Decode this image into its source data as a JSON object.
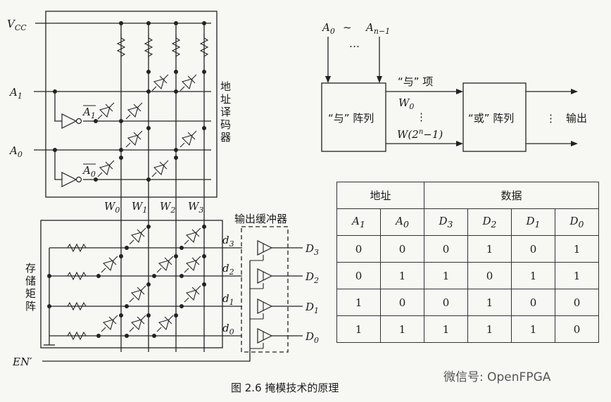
{
  "circuit": {
    "vcc": "V",
    "vcc_sub": "CC",
    "a1": "A",
    "a1_sub": "1",
    "a0": "A",
    "a0_sub": "0",
    "a1_bar": "A",
    "a1_bar_sub": "1",
    "a0_bar": "A",
    "a0_bar_sub": "0",
    "decoder_label": [
      "地",
      "址",
      "译",
      "码",
      "器"
    ],
    "word_lines": [
      {
        "letter": "W",
        "sub": "0"
      },
      {
        "letter": "W",
        "sub": "1"
      },
      {
        "letter": "W",
        "sub": "2"
      },
      {
        "letter": "W",
        "sub": "3"
      }
    ],
    "buffer_label": "输出缓冲器",
    "storage_label": [
      "存",
      "储",
      "矩",
      "阵"
    ],
    "data_lines": [
      {
        "letter": "d",
        "sub": "3"
      },
      {
        "letter": "d",
        "sub": "2"
      },
      {
        "letter": "d",
        "sub": "1"
      },
      {
        "letter": "d",
        "sub": "0"
      }
    ],
    "outputs": [
      {
        "letter": "D",
        "sub": "3"
      },
      {
        "letter": "D",
        "sub": "2"
      },
      {
        "letter": "D",
        "sub": "1"
      },
      {
        "letter": "D",
        "sub": "0"
      }
    ],
    "enable": "EN′"
  },
  "block": {
    "inputs_start": "A",
    "inputs_start_sub": "0",
    "inputs_tilde": "~",
    "inputs_end": "A",
    "inputs_end_sub": "n−1",
    "inputs_dots": "…",
    "and_array": "“与” 阵列",
    "and_terms": "“与” 项",
    "w0": "W",
    "w0_sub": "0",
    "vdots": "⋮",
    "wlast": "W(2",
    "wlast_sup": "n",
    "wlast_tail": "−1)",
    "or_array": "“或” 阵列",
    "out_dots": "⋮",
    "output": "输出"
  },
  "table": {
    "group_headers": [
      "地址",
      "数据"
    ],
    "columns": [
      {
        "letter": "A",
        "sub": "1"
      },
      {
        "letter": "A",
        "sub": "0"
      },
      {
        "letter": "D",
        "sub": "3"
      },
      {
        "letter": "D",
        "sub": "2"
      },
      {
        "letter": "D",
        "sub": "1"
      },
      {
        "letter": "D",
        "sub": "0"
      }
    ],
    "rows": [
      [
        "0",
        "0",
        "0",
        "1",
        "0",
        "1"
      ],
      [
        "0",
        "1",
        "1",
        "0",
        "1",
        "1"
      ],
      [
        "1",
        "0",
        "0",
        "1",
        "0",
        "0"
      ],
      [
        "1",
        "1",
        "1",
        "1",
        "1",
        "0"
      ]
    ]
  },
  "caption": "图 2.6   掩模技术的原理",
  "watermark": "微信号: OpenFPGA"
}
